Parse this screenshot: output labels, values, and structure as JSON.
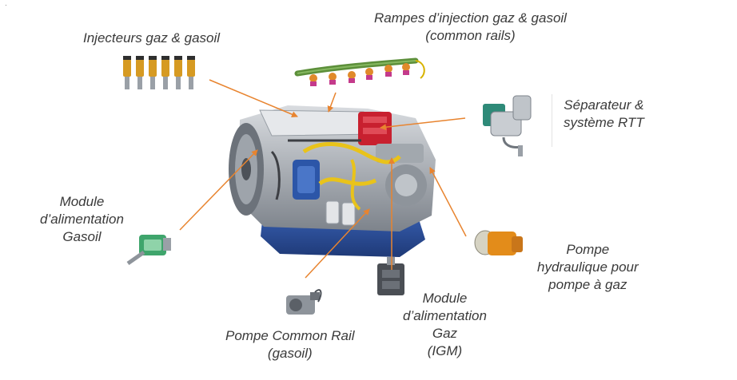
{
  "corner_mark": "·",
  "labels": {
    "rampes_line1": "Rampes d’injection gaz & gasoil",
    "rampes_line2": "(common rails)",
    "injecteurs": "Injecteurs gaz & gasoil",
    "separateur_line1": "Séparateur &",
    "separateur_line2": "système RTT",
    "module_gasoil_line1": "Module",
    "module_gasoil_line2": "d’alimentation",
    "module_gasoil_line3": "Gasoil",
    "pompe_hydraulique_line1": "Pompe",
    "pompe_hydraulique_line2": "hydraulique pour",
    "pompe_hydraulique_line3": "pompe à gaz",
    "module_gaz_line1": "Module",
    "module_gaz_line2": "d’alimentation",
    "module_gaz_line3": "Gaz",
    "module_gaz_line4": "(IGM)",
    "pompe_cr_line1": "Pompe Common Rail",
    "pompe_cr_line2": "(gasoil)"
  },
  "colors": {
    "arrow": "#e8842f",
    "engine_block": "#2b4a8e",
    "engine_body": "#a9adb3",
    "yellow_pipes": "#e9c31a",
    "red_part": "#c8202f",
    "rail_green": "#5c8f3a",
    "rail_orange": "#e08a2a",
    "text": "#3a3a3a"
  }
}
